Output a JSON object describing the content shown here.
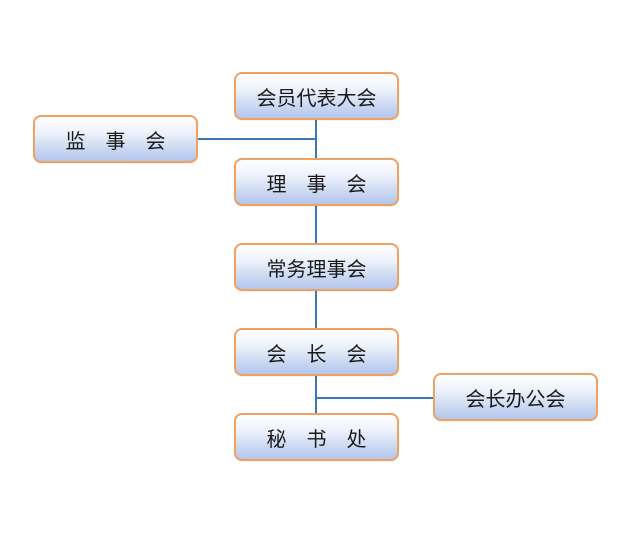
{
  "org_chart": {
    "assembly": "会员代表大会",
    "supervisors": "监　事　会",
    "board": "理　事　会",
    "standing_board": "常务理事会",
    "presidents_meeting": "会　长　会",
    "presidents_office": "会长办公会",
    "secretariat": "秘　书　处"
  },
  "colors": {
    "border": "#f0a060",
    "connector": "#3a78b8",
    "fill_top": "#ffffff",
    "fill_bottom": "#b3c6ec"
  }
}
